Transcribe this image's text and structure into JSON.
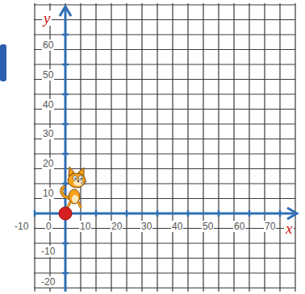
{
  "diagram": {
    "labels": [
      "y",
      "60",
      "50",
      "40",
      "30",
      "20",
      "10",
      "-10",
      "0",
      "10",
      "20",
      "30",
      "40",
      "50",
      "60",
      "70",
      "x",
      "-10",
      "-20"
    ]
  }
}
